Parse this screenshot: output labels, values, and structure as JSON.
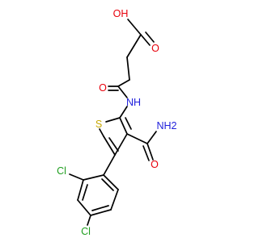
{
  "structure": {
    "kind": "skeletal-formula",
    "colors": {
      "oxygen": "#e8000b",
      "nitrogen": "#1f1fdc",
      "sulfur": "#c8a800",
      "chlorine": "#1f9e1f",
      "bond": "#000000"
    },
    "labels": {
      "acid_oh": "OH",
      "acid_o": "O",
      "amide_o": "O",
      "amide_nh": "NH",
      "ring_s": "S",
      "carbamoyl_nh2": "NH2",
      "carbamoyl_o": "O",
      "cl_ortho": "Cl",
      "cl_para": "Cl"
    }
  }
}
